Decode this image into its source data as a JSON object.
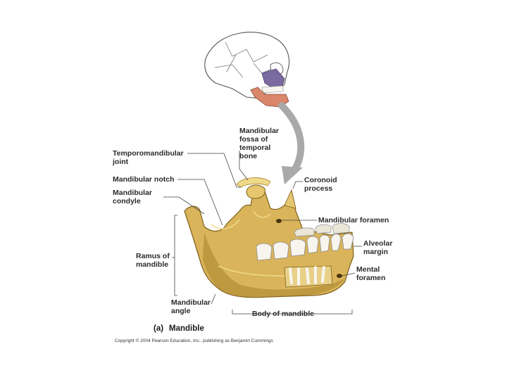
{
  "labels": {
    "mandibular_fossa": "Mandibular\nfossa of\ntemporal\nbone",
    "temporomandibular_joint": "Temporomandibular\njoint",
    "mandibular_notch": "Mandibular notch",
    "mandibular_condyle": "Mandibular\ncondyle",
    "coronoid_process": "Coronoid\nprocess",
    "mandibular_foramen": "Mandibular foramen",
    "alveolar_margin": "Alveolar\nmargin",
    "ramus_of_mandible": "Ramus of\nmandible",
    "mental_foramen": "Mental\nforamen",
    "mandibular_angle": "Mandibular\nangle",
    "body_of_mandible": "Body of mandible"
  },
  "caption": {
    "part": "(a)",
    "title": "Mandible"
  },
  "copyright": "Copyright © 2004 Pearson Education, Inc., publishing as Benjamin Cummings",
  "colors": {
    "bone": "#d9b45a",
    "bone_shadow": "#a8842c",
    "bone_light": "#f0d98a",
    "mandible_on_skull": "#d9866a",
    "maxilla_on_skull": "#7a6aa0",
    "teeth": "#f7f5ee",
    "leader_line": "#444444",
    "arrow": "#a9a9a9"
  }
}
